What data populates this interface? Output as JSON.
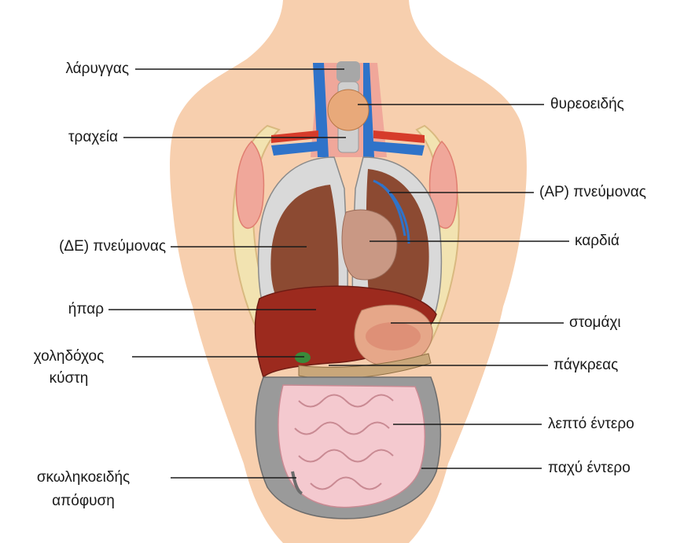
{
  "labels": {
    "larynx": "λάρυγγας",
    "thyroid": "θυρεοειδής",
    "trachea": "τραχεία",
    "right_lung": "(ΑΡ) πνεύμονας",
    "left_lung": "(ΔΕ) πνεύμονας",
    "heart": "καρδιά",
    "liver": "ήπαρ",
    "stomach": "στομάχι",
    "gallbladder_1": "χοληδόχος",
    "gallbladder_2": "κύστη",
    "pancreas": "πάγκρεας",
    "small_intestine": "λεπτό έντερο",
    "large_intestine": "παχύ έντερο",
    "appendix_1": "σκωληκοειδής",
    "appendix_2": "απόφυση"
  },
  "colors": {
    "skin": "#f7cfae",
    "lung": "#d9d9d9",
    "lung_inner": "#8c4a32",
    "liver": "#9c2a1e",
    "heart": "#c99884",
    "stomach": "#e6a789",
    "intestine": "#f4c9cf",
    "colon": "#9a9a9a",
    "artery": "#d63b2a",
    "vein": "#2f73c9",
    "gallbladder": "#3a8a3a",
    "rib": "#f2e3b1"
  }
}
